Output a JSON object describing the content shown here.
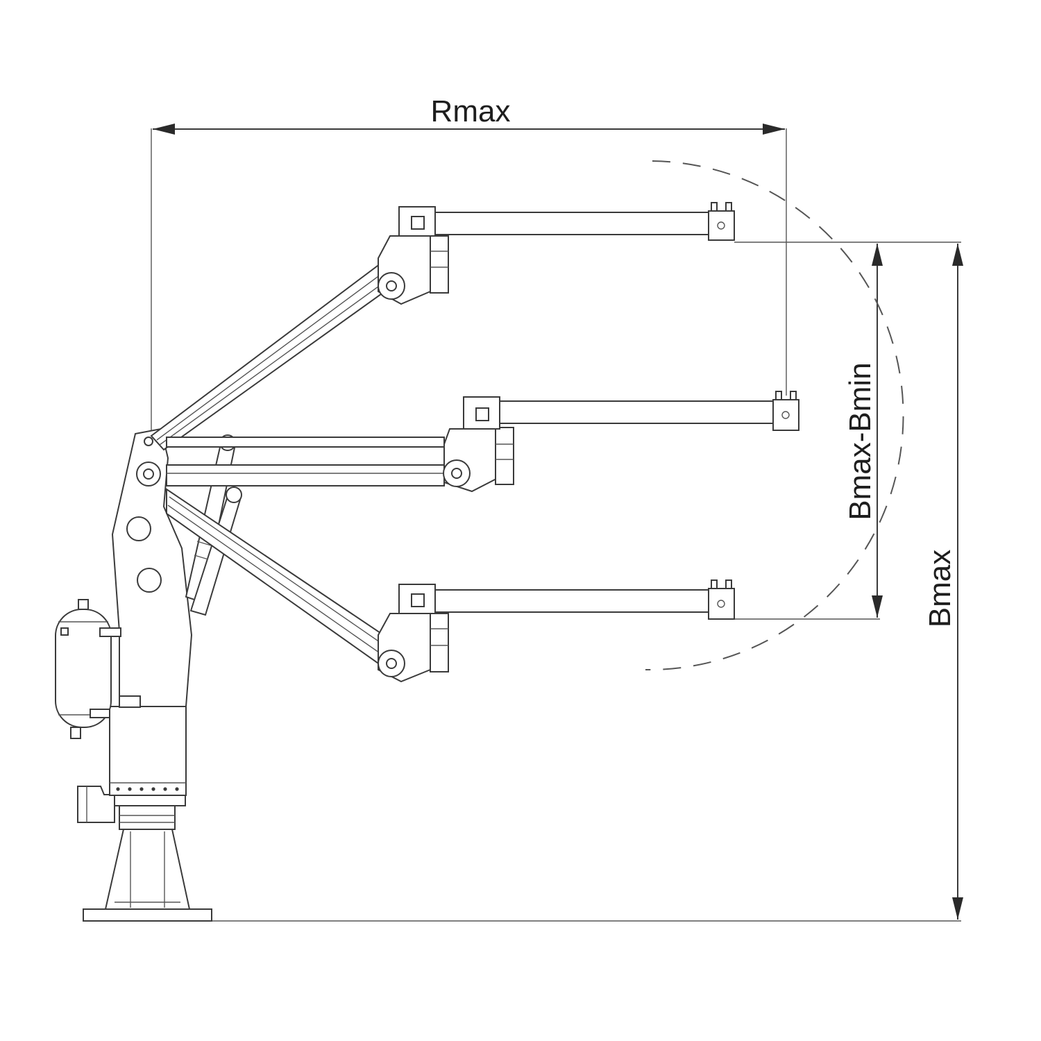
{
  "dimensions": {
    "horizontal_reach": "Rmax",
    "vertical_range": "Bmax-Bmin",
    "total_height": "Bmax"
  },
  "colors": {
    "line": "#3a3a3a",
    "text": "#1e1e1e",
    "background": "#ffffff"
  }
}
